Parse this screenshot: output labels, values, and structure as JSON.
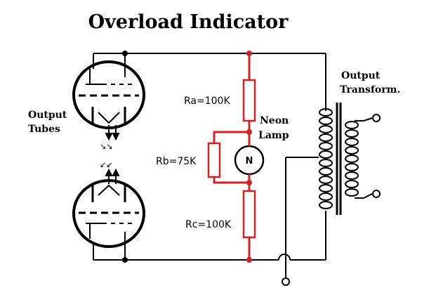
{
  "title": "Overload Indicator",
  "labels": {
    "output_tubes_line1": "Output",
    "output_tubes_line2": "Tubes",
    "output_transformer_line1": "Output",
    "output_transformer_line2": "Transform.",
    "neon_lamp_line1": "Neon",
    "neon_lamp_line2": "Lamp",
    "lamp_symbol": "N",
    "ra": "Ra=100K",
    "rb": "Rb=75K",
    "rc": "Rc=100K"
  },
  "colors": {
    "wire": "#000000",
    "indicator_circuit": "#d42020"
  }
}
